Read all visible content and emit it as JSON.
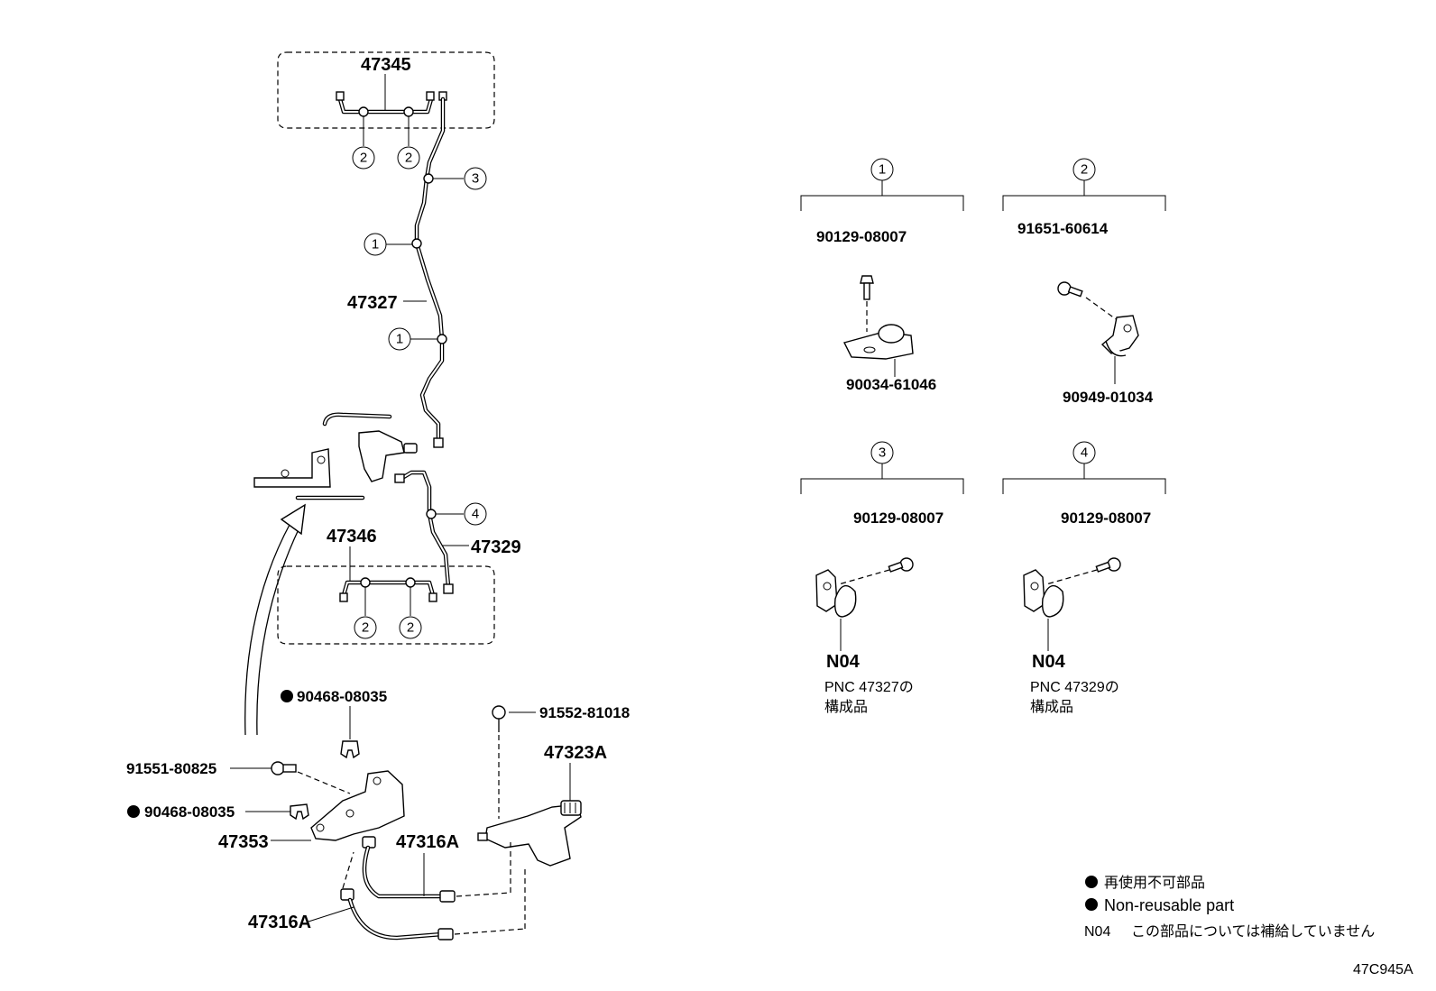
{
  "diagram_id": "47C945A",
  "parts": {
    "p47345": "47345",
    "p47327": "47327",
    "p47346": "47346",
    "p47329": "47329",
    "p90468_top": "90468-08035",
    "p91552": "91552-81018",
    "p91551": "91551-80825",
    "p47323A": "47323A",
    "p90468_left": "90468-08035",
    "p47353": "47353",
    "p47316A_top": "47316A",
    "p47316A_bottom": "47316A"
  },
  "callouts": {
    "c1": "1",
    "c2": "2",
    "c3": "3",
    "c4": "4"
  },
  "detail_1": {
    "number": "1",
    "bolt": "90129-08007",
    "clamp": "90034-61046"
  },
  "detail_2": {
    "number": "2",
    "bolt": "91651-60614",
    "clamp": "90949-01034"
  },
  "detail_3": {
    "number": "3",
    "bolt": "90129-08007",
    "code": "N04",
    "note_line1": "PNC 47327の",
    "note_line2": "構成品"
  },
  "detail_4": {
    "number": "4",
    "bolt": "90129-08007",
    "code": "N04",
    "note_line1": "PNC 47329の",
    "note_line2": "構成品"
  },
  "legend": {
    "item1": "再使用不可部品",
    "item2": "Non-reusable part",
    "n04_code": "N04",
    "n04_text": "この部品については補給していません"
  },
  "icons": {
    "bullet": "filled-circle-icon"
  }
}
